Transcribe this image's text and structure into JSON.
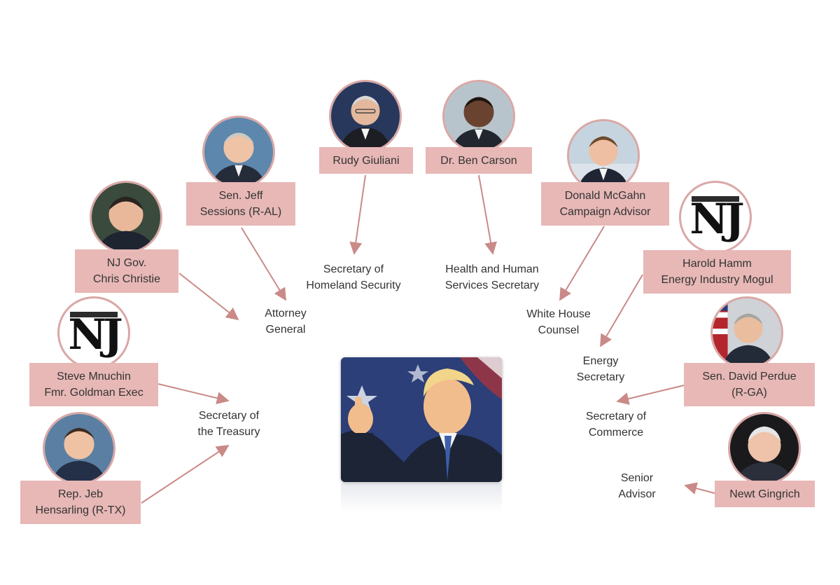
{
  "center": {
    "photo": "thumbs-up-portrait"
  },
  "nominees": [
    {
      "id": "giuliani",
      "name": "Rudy Giuliani",
      "position": "Secretary of\nHomeland Security",
      "photo": "portrait"
    },
    {
      "id": "carson",
      "name": "Dr. Ben Carson",
      "position": "Health and Human\nServices Secretary",
      "photo": "portrait"
    },
    {
      "id": "sessions",
      "name": "Sen. Jeff\nSessions (R-AL)",
      "position": "Attorney\nGeneral",
      "photo": "portrait"
    },
    {
      "id": "mcgahn",
      "name": "Donald McGahn\nCampaign Advisor",
      "position": "White House\nCounsel",
      "photo": "portrait"
    },
    {
      "id": "christie",
      "name": "NJ Gov.\nChris Christie",
      "position": "",
      "photo": "portrait"
    },
    {
      "id": "hamm",
      "name": "Harold Hamm\nEnergy Industry Mogul",
      "position": "Energy\nSecretary",
      "photo": "nj-logo",
      "logo_text": "NJ"
    },
    {
      "id": "mnuchin",
      "name": "Steve Mnuchin\nFmr. Goldman Exec",
      "position": "Secretary of\nthe Treasury",
      "photo": "nj-logo",
      "logo_text": "NJ"
    },
    {
      "id": "perdue",
      "name": "Sen. David Perdue\n(R-GA)",
      "position": "Secretary of\nCommerce",
      "photo": "portrait"
    },
    {
      "id": "hensarling",
      "name": "Rep. Jeb\nHensarling (R-TX)",
      "position": "",
      "photo": "portrait"
    },
    {
      "id": "gingrich",
      "name": "Newt Gingrich",
      "position": "Senior\nAdvisor",
      "photo": "portrait"
    }
  ],
  "colors": {
    "box": "#e7b8b6",
    "arrow": "#c98a88",
    "ring": "#d9a8a6"
  }
}
